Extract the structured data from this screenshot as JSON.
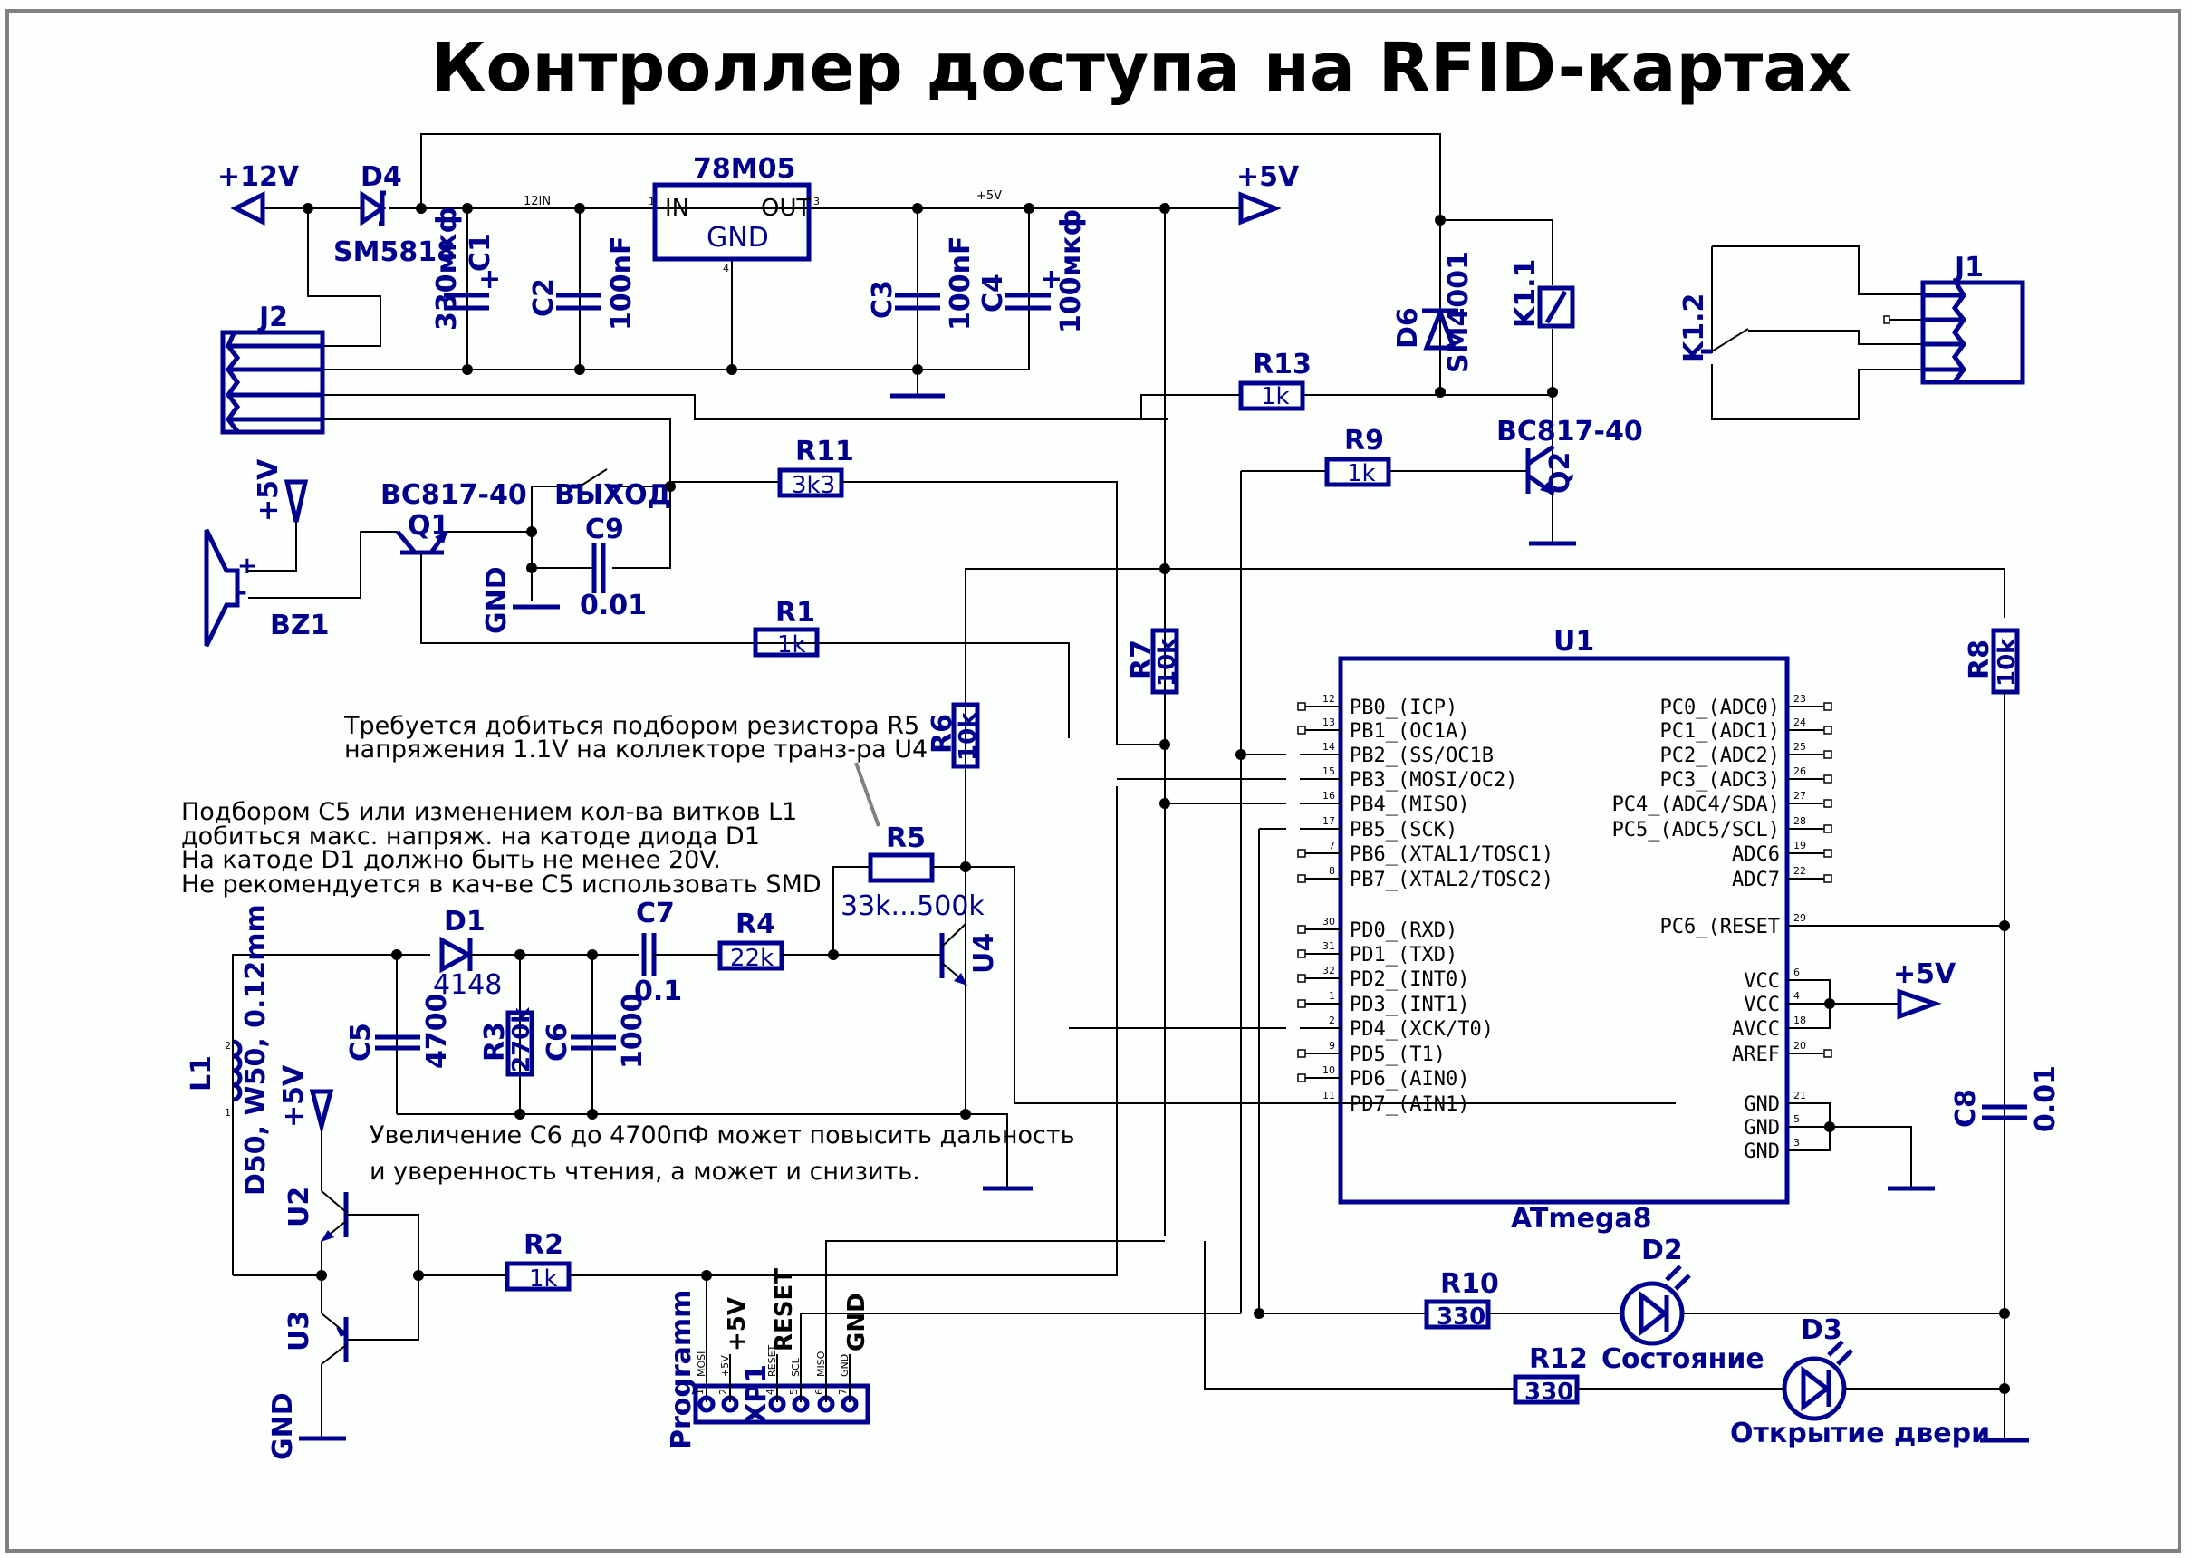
{
  "title": "Контроллер доступа на RFID-картах",
  "nets": {
    "v12": "+12V",
    "v5": "+5V",
    "in12": "12IN",
    "gnd": "GND"
  },
  "components": {
    "D4": {
      "ref": "D4",
      "value": "SM5818"
    },
    "C1": {
      "ref": "C1",
      "value": "330мкф"
    },
    "C2": {
      "ref": "C2",
      "value": "100nF"
    },
    "U_reg": {
      "ref": "78M05",
      "pin_in": "IN",
      "pin_out": "OUT",
      "pin_gnd": "GND",
      "n1": "1",
      "n3": "3",
      "n4": "4"
    },
    "C3": {
      "ref": "C3",
      "value": "100nF"
    },
    "C4": {
      "ref": "C4",
      "value": "100мкф"
    },
    "J2": {
      "ref": "J2"
    },
    "D6": {
      "ref": "D6",
      "value": "SM4001"
    },
    "K11": {
      "ref": "K1.1"
    },
    "K12": {
      "ref": "K1.2"
    },
    "J1": {
      "ref": "J1"
    },
    "R13": {
      "ref": "R13",
      "value": "1k"
    },
    "R9": {
      "ref": "R9",
      "value": "1k"
    },
    "Q2": {
      "ref": "Q2",
      "value": "BC817-40"
    },
    "Q1": {
      "ref": "Q1",
      "value": "BC817-40"
    },
    "BZ1": {
      "ref": "BZ1",
      "plus": "+",
      "minus": "-"
    },
    "SW": {
      "ref": "ВЫХОД"
    },
    "C9": {
      "ref": "C9",
      "value": "0.01"
    },
    "R11": {
      "ref": "R11",
      "value": "3k3"
    },
    "R1": {
      "ref": "R1",
      "value": "1k"
    },
    "R7": {
      "ref": "R7",
      "value": "10k"
    },
    "R6": {
      "ref": "R6",
      "value": "10k"
    },
    "R5": {
      "ref": "R5",
      "value": "33k...500k"
    },
    "D1": {
      "ref": "D1",
      "value": "4148"
    },
    "C7": {
      "ref": "C7",
      "value": "0.1"
    },
    "R4": {
      "ref": "R4",
      "value": "22k"
    },
    "U4": {
      "ref": "U4"
    },
    "C5": {
      "ref": "C5",
      "value": "4700"
    },
    "R3": {
      "ref": "R3",
      "value": "270k"
    },
    "C6": {
      "ref": "C6",
      "value": "1000"
    },
    "L1": {
      "ref": "L1",
      "value": "D50, W50, 0.12mm",
      "p1": "1",
      "p2": "2"
    },
    "U2": {
      "ref": "U2"
    },
    "U3": {
      "ref": "U3"
    },
    "R2": {
      "ref": "R2",
      "value": "1k"
    },
    "XP1": {
      "ref": "XP1",
      "name": "Programm",
      "pins": [
        {
          "num": "1",
          "sig": "MOSI",
          "net": ""
        },
        {
          "num": "2",
          "sig": "+5V",
          "net": "+5V"
        },
        {
          "num": "4",
          "sig": "RESET",
          "net": "RESET"
        },
        {
          "num": "5",
          "sig": "SCL",
          "net": ""
        },
        {
          "num": "6",
          "sig": "MISO",
          "net": ""
        },
        {
          "num": "7",
          "sig": "GND",
          "net": "GND"
        }
      ]
    },
    "R8": {
      "ref": "R8",
      "value": "10k"
    },
    "C8": {
      "ref": "C8",
      "value": "0.01"
    },
    "R10": {
      "ref": "R10",
      "value": "330"
    },
    "R12": {
      "ref": "R12",
      "value": "330"
    },
    "D2": {
      "ref": "D2",
      "value": "Состояние"
    },
    "D3": {
      "ref": "D3",
      "value": "Открытие двери"
    }
  },
  "mcu": {
    "ref": "U1",
    "part": "ATmega8",
    "left_pins": [
      {
        "num": "12",
        "name": "PB0_(ICP)"
      },
      {
        "num": "13",
        "name": "PB1_(OC1A)"
      },
      {
        "num": "14",
        "name": "PB2_(SS/OC1B"
      },
      {
        "num": "15",
        "name": "PB3_(MOSI/OC2)"
      },
      {
        "num": "16",
        "name": "PB4_(MISO)"
      },
      {
        "num": "17",
        "name": "PB5_(SCK)"
      },
      {
        "num": "7",
        "name": "PB6_(XTAL1/TOSC1)"
      },
      {
        "num": "8",
        "name": "PB7_(XTAL2/TOSC2)"
      },
      {
        "num": "30",
        "name": "PD0_(RXD)"
      },
      {
        "num": "31",
        "name": "PD1_(TXD)"
      },
      {
        "num": "32",
        "name": "PD2_(INT0)"
      },
      {
        "num": "1",
        "name": "PD3_(INT1)"
      },
      {
        "num": "2",
        "name": "PD4_(XCK/T0)"
      },
      {
        "num": "9",
        "name": "PD5_(T1)"
      },
      {
        "num": "10",
        "name": "PD6_(AIN0)"
      },
      {
        "num": "11",
        "name": "PD7_(AIN1)"
      }
    ],
    "right_pins": [
      {
        "num": "23",
        "name": "PC0_(ADC0)"
      },
      {
        "num": "24",
        "name": "PC1_(ADC1)"
      },
      {
        "num": "25",
        "name": "PC2_(ADC2)"
      },
      {
        "num": "26",
        "name": "PC3_(ADC3)"
      },
      {
        "num": "27",
        "name": "PC4_(ADC4/SDA)"
      },
      {
        "num": "28",
        "name": "PC5_(ADC5/SCL)"
      },
      {
        "num": "19",
        "name": "ADC6"
      },
      {
        "num": "22",
        "name": "ADC7"
      },
      {
        "num": "29",
        "name": "PC6_(RESET"
      },
      {
        "num": "6",
        "name": "VCC"
      },
      {
        "num": "4",
        "name": "VCC"
      },
      {
        "num": "18",
        "name": "AVCC"
      },
      {
        "num": "20",
        "name": "AREF"
      },
      {
        "num": "21",
        "name": "GND"
      },
      {
        "num": "5",
        "name": "GND"
      },
      {
        "num": "3",
        "name": "GND"
      }
    ]
  },
  "notes": {
    "r5_note": [
      "Требуется добиться подбором резистора R5",
      "напряжения 1.1V на коллекторе транз-ра U4"
    ],
    "c5_note": [
      "Подбором C5 или изменением кол-ва витков L1",
      "добиться макс. напряж. на катоде диода D1",
      "На катоде D1 должно быть не менее 20V.",
      "Не рекомендуется в кач-ве C5 использовать SMD"
    ],
    "c6_note": [
      "Увеличение C6 до 4700пФ может повысить дальность",
      "и уверенность чтения, а может и снизить."
    ]
  }
}
